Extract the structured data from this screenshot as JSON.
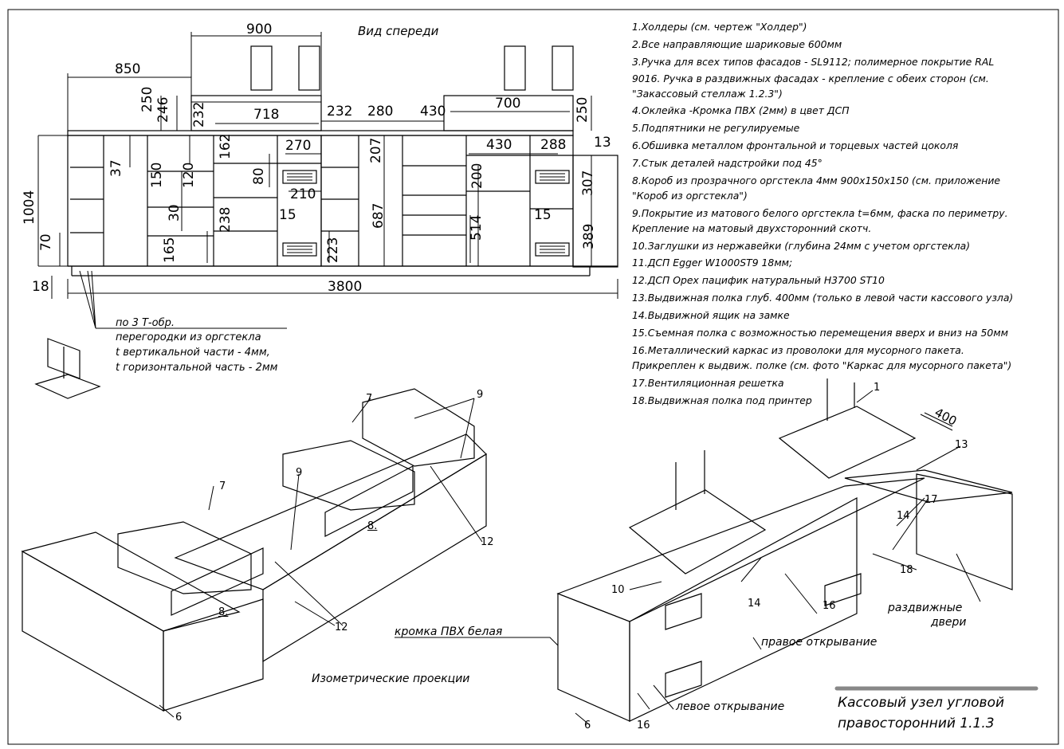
{
  "front_view": {
    "title": "Вид спереди",
    "dims": {
      "d900": "900",
      "d850": "850",
      "d718": "718",
      "d232a": "232",
      "d280": "280",
      "d430a": "430",
      "d700": "700",
      "d250a": "250",
      "d246": "246",
      "d232b": "232",
      "d250b": "250",
      "d162": "162",
      "d207": "207",
      "d270": "270",
      "d430b": "430",
      "d288": "288",
      "d13": "13",
      "d37": "37",
      "d150": "150",
      "d120": "120",
      "d80": "80",
      "d210": "210",
      "d200": "200",
      "d307": "307",
      "d1004": "1004",
      "d70": "70",
      "d30": "30",
      "d238": "238",
      "d687": "687",
      "d514": "514",
      "d15a": "15",
      "d15b": "15",
      "d165": "165",
      "d223": "223",
      "d389": "389",
      "d18": "18",
      "d3800": "3800"
    }
  },
  "partition_note": {
    "line1": "по 3 Т-обр.",
    "line2": "перегородки из оргстекла",
    "line3": "t вертикальной части - 4мм,",
    "line4": "t горизонтальной часть - 2мм"
  },
  "notes": [
    "1.Холдеры (см. чертеж \"Холдер\")",
    "2.Все направляющие шариковые 600мм",
    "3.Ручка для всех типов фасадов - SL9112; полимерное покрытие RAL",
    "9016. Ручка в раздвижных фасадах - крепление с обеих сторон (см.",
    "\"Закассовый стеллаж 1.2.3\")",
    "4.Оклейка -Кромка ПВХ (2мм) в цвет ДСП",
    "5.Подпятники не регулируемые",
    "6.Обшивка металлом фронтальной и торцевых частей цоколя",
    "7.Стык деталей надстройки под 45°",
    "8.Короб из прозрачного оргстекла 4мм 900х150х150 (см. приложение",
    "\"Короб из оргстекла\")",
    "9.Покрытие из матового белого оргстекла t=6мм, фаска по периметру.",
    "Крепление на матовый двухсторонний скотч.",
    "10.Заглушки из нержавейки (глубина 24мм с учетом оргстекла)",
    "11.ДСП  Egger W1000ST9 18мм;",
    "12.ДСП Орех пацифик натуральный H3700 ST10",
    "13.Выдвижная полка глуб. 400мм (только в левой части кассового узла)",
    "14.Выдвижной ящик на замке",
    "15.Съемная полка с возможностью перемещения вверх и вниз на 50мм",
    "16.Металлический каркас из проволоки для мусорного пакета.",
    "Прикреплен к выдвиж. полке (см. фото \"Каркас для мусорного пакета\")",
    "17.Вентиляционная решетка",
    "18.Выдвижная полка под принтер"
  ],
  "iso_left": {
    "c7a": "7",
    "c7b": "7",
    "c9a": "9",
    "c9b": "9",
    "c8a": "8.",
    "c8b": "8.",
    "c12a": "12",
    "c12b": "12",
    "c6": "6"
  },
  "iso_title": "Изометрические проекции",
  "iso_right": {
    "c1": "1",
    "c400": "400",
    "c13": "13",
    "c17": "17",
    "c14a": "14",
    "c14b": "14",
    "c18": "18",
    "c10": "10",
    "c16a": "16",
    "c16b": "16",
    "c6": "6",
    "edge_label": "кромка ПВХ белая",
    "right_open": "правое открывание",
    "left_open": "левое открывание",
    "sliding1": "раздвижные",
    "sliding2": "двери"
  },
  "title_block": {
    "line1": "Кассовый узел угловой",
    "line2": "правосторонний 1.1.3"
  }
}
